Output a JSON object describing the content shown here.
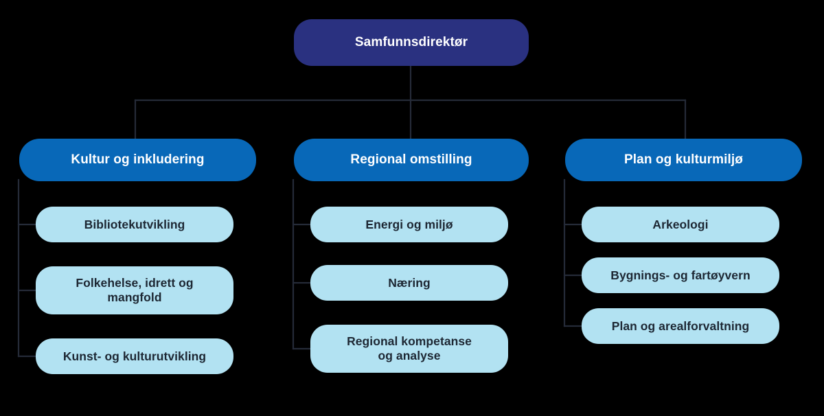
{
  "chart_data": {
    "type": "diagram",
    "subtype": "organization-chart",
    "title": "Samfunnsdirektør organisasjonskart",
    "orientation": "top-down-with-left-spine-children",
    "levels": 3,
    "colors": {
      "background": "#000000",
      "root_fill": "#2a3180",
      "root_text": "#ffffff",
      "department_fill": "#0868b8",
      "department_text": "#ffffff",
      "unit_fill": "#b2e2f2",
      "unit_text": "#1d2733",
      "connector": "#252b38"
    }
  },
  "root": {
    "label": "Samfunnsdirektør"
  },
  "departments": [
    {
      "id": "kultur-og-inkludering",
      "label": "Kultur og inkludering",
      "units": [
        {
          "id": "bibliotekutvikling",
          "label": "Bibliotekutvikling"
        },
        {
          "id": "folkehelse-idrett-og-mangfold",
          "label": "Folkehelse, idrett og\nmangfold"
        },
        {
          "id": "kunst-og-kulturutvikling",
          "label": "Kunst‐ og kulturutvikling"
        }
      ]
    },
    {
      "id": "regional-omstilling",
      "label": "Regional omstilling",
      "units": [
        {
          "id": "energi-og-miljo",
          "label": "Energi og miljø"
        },
        {
          "id": "naering",
          "label": "Næring"
        },
        {
          "id": "regional-kompetanse-og-analyse",
          "label": "Regional kompetanse\nog analyse"
        }
      ]
    },
    {
      "id": "plan-og-kulturmiljo",
      "label": "Plan og kulturmiljø",
      "units": [
        {
          "id": "arkeologi",
          "label": "Arkeologi"
        },
        {
          "id": "bygnings-og-fartoyvern",
          "label": "Bygnings‐ og fartøyvern"
        },
        {
          "id": "plan-og-arealforvaltning",
          "label": "Plan og arealforvaltning"
        }
      ]
    }
  ]
}
